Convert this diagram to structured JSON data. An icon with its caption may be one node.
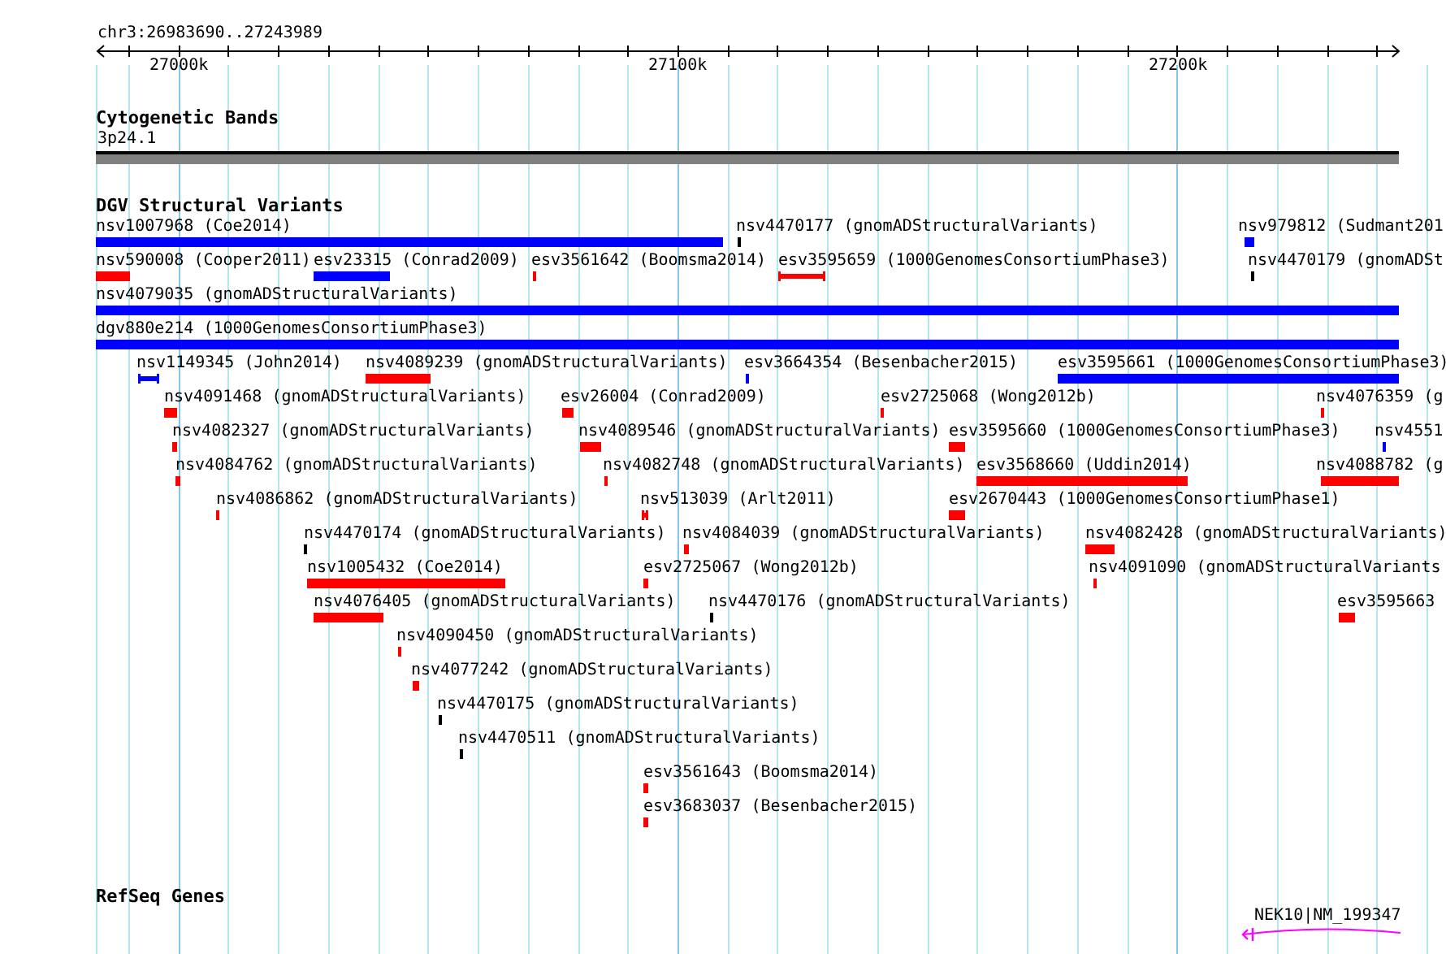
{
  "diagram": {
    "title": "chr3:26983690..27243989",
    "nodes": [
      {
        "text": [
          "3p24.1"
        ]
      },
      {
        "text": [
          "nsv1007968 (Coe2014)"
        ]
      },
      {
        "text": [
          "nsv4470177 (gnomADStructuralVariants)"
        ]
      },
      {
        "text": [
          "nsv979812 (Sudmant201"
        ]
      },
      {
        "text": [
          "nsv590008 (Cooper2011)"
        ]
      },
      {
        "text": [
          "esv23315 (Conrad2009)"
        ]
      },
      {
        "text": [
          "esv3561642 (Boomsma2014)"
        ]
      },
      {
        "text": [
          "esv3595659 (1000GenomesConsortiumPhase3)"
        ]
      },
      {
        "text": [
          "nsv4470179 (gnomADSt"
        ]
      },
      {
        "text": [
          "nsv4079035 (gnomADStructuralVariants)"
        ]
      },
      {
        "text": [
          "dgv880e214 (1000GenomesConsortiumPhase3)"
        ]
      },
      {
        "text": [
          "nsv1149345 (John2014)"
        ]
      },
      {
        "text": [
          "nsv4089239 (gnomADStructuralVariants)"
        ]
      },
      {
        "text": [
          "esv3664354 (Besenbacher2015)"
        ]
      },
      {
        "text": [
          "esv3595661 (1000GenomesConsortiumPhase3)"
        ]
      },
      {
        "text": [
          "nsv4091468 (gnomADStructuralVariants)"
        ]
      },
      {
        "text": [
          "esv26004 (Conrad2009)"
        ]
      },
      {
        "text": [
          "esv2725068 (Wong2012b)"
        ]
      },
      {
        "text": [
          "nsv4076359 (g"
        ]
      },
      {
        "text": [
          "nsv4082327 (gnomADStructuralVariants)"
        ]
      },
      {
        "text": [
          "nsv4089546 (gnomADStructuralVariants)"
        ]
      },
      {
        "text": [
          "esv3595660 (1000GenomesConsortiumPhase3)"
        ]
      },
      {
        "text": [
          "nsv4551"
        ]
      },
      {
        "text": [
          "nsv4084762 (gnomADStructuralVariants)"
        ]
      },
      {
        "text": [
          "nsv4082748 (gnomADStructuralVariants)"
        ]
      },
      {
        "text": [
          "esv3568660 (Uddin2014)"
        ]
      },
      {
        "text": [
          "nsv4088782 (g"
        ]
      },
      {
        "text": [
          "nsv4086862 (gnomADStructuralVariants)"
        ]
      },
      {
        "text": [
          "nsv513039 (Arlt2011)"
        ]
      },
      {
        "text": [
          "esv2670443 (1000GenomesConsortiumPhase1)"
        ]
      },
      {
        "text": [
          "nsv4470174 (gnomADStructuralVariants)"
        ]
      },
      {
        "text": [
          "nsv4084039 (gnomADStructuralVariants)"
        ]
      },
      {
        "text": [
          "nsv4082428 (gnomADStructuralVariants)"
        ]
      },
      {
        "text": [
          "nsv1005432 (Coe2014)"
        ]
      },
      {
        "text": [
          "esv2725067 (Wong2012b)"
        ]
      },
      {
        "text": [
          "nsv4091090 (gnomADStructuralVariants"
        ]
      },
      {
        "text": [
          "nsv4076405 (gnomADStructuralVariants)"
        ]
      },
      {
        "text": [
          "nsv4470176 (gnomADStructuralVariants)"
        ]
      },
      {
        "text": [
          "esv3595663"
        ]
      },
      {
        "text": [
          "nsv4090450 (gnomADStructuralVariants)"
        ]
      },
      {
        "text": [
          "nsv4077242 (gnomADStructuralVariants)"
        ]
      },
      {
        "text": [
          "nsv4470175 (gnomADStructuralVariants)"
        ]
      },
      {
        "text": [
          "nsv4470511 (gnomADStructuralVariants)"
        ]
      },
      {
        "text": [
          "esv3561643 (Boomsma2014)"
        ]
      },
      {
        "text": [
          "esv3683037 (Besenbacher2015)"
        ]
      },
      {
        "text": [
          "NEK10|NM_199347"
        ]
      }
    ],
    "labels": [
      "27000k",
      "27100k",
      "27200k",
      "Cytogenetic Bands",
      "DGV Structural Variants",
      "RefSeq Genes"
    ]
  }
}
